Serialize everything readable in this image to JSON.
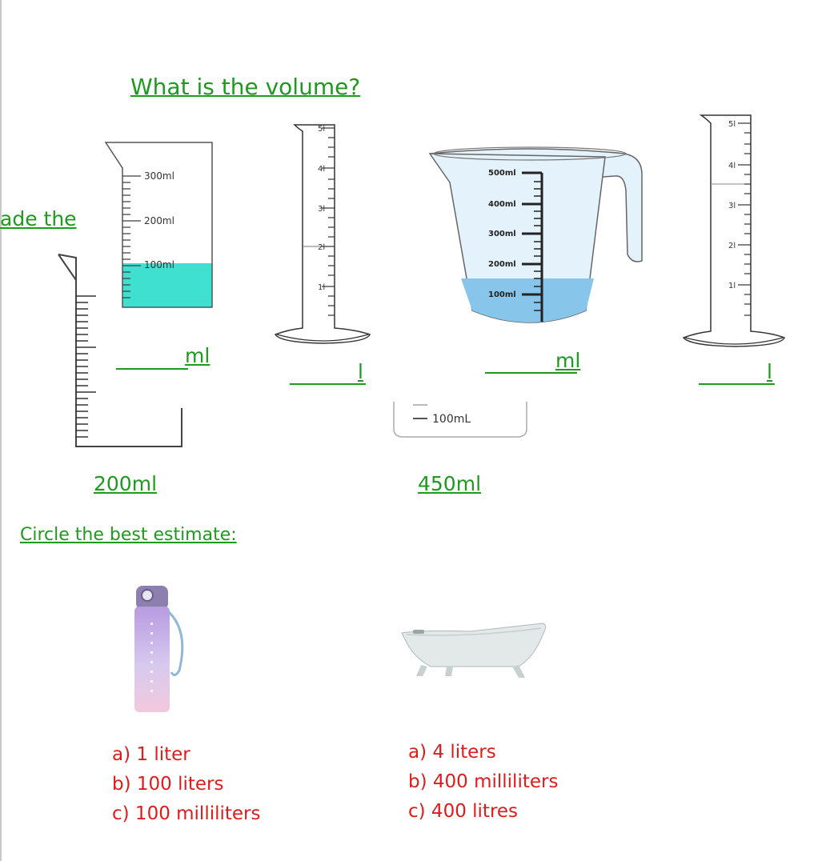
{
  "page": {
    "title": "What is the volume?",
    "partial_text": "ade the",
    "subtitle": "Circle the best estimate:"
  },
  "containers": [
    {
      "unit": "ml",
      "scale": [
        "300ml",
        "200ml",
        "100ml"
      ],
      "fill_color": "#3fe0d0"
    },
    {
      "unit": "l",
      "scale": [
        "5l",
        "4l",
        "3l",
        "2l",
        "1l"
      ]
    },
    {
      "unit": "ml",
      "scale": [
        "500ml",
        "400ml",
        "300ml",
        "200ml",
        "100ml"
      ],
      "fill_color": "#87c6ea"
    },
    {
      "unit": "l",
      "scale": [
        "5l",
        "4l",
        "3l",
        "2l",
        "1l"
      ]
    }
  ],
  "partial_beaker_label": "100mL",
  "answers": [
    "200ml",
    "450ml"
  ],
  "estimates": [
    {
      "item": "water-bottle",
      "options": [
        "a) 1 liter",
        "b) 100 liters",
        "c) 100 milliliters"
      ]
    },
    {
      "item": "bathtub",
      "options": [
        "a) 4 liters",
        "b) 400 milliliters",
        "c) 400 litres"
      ]
    }
  ],
  "colors": {
    "heading": "#1e9a1e",
    "options": "#e01b1b"
  }
}
